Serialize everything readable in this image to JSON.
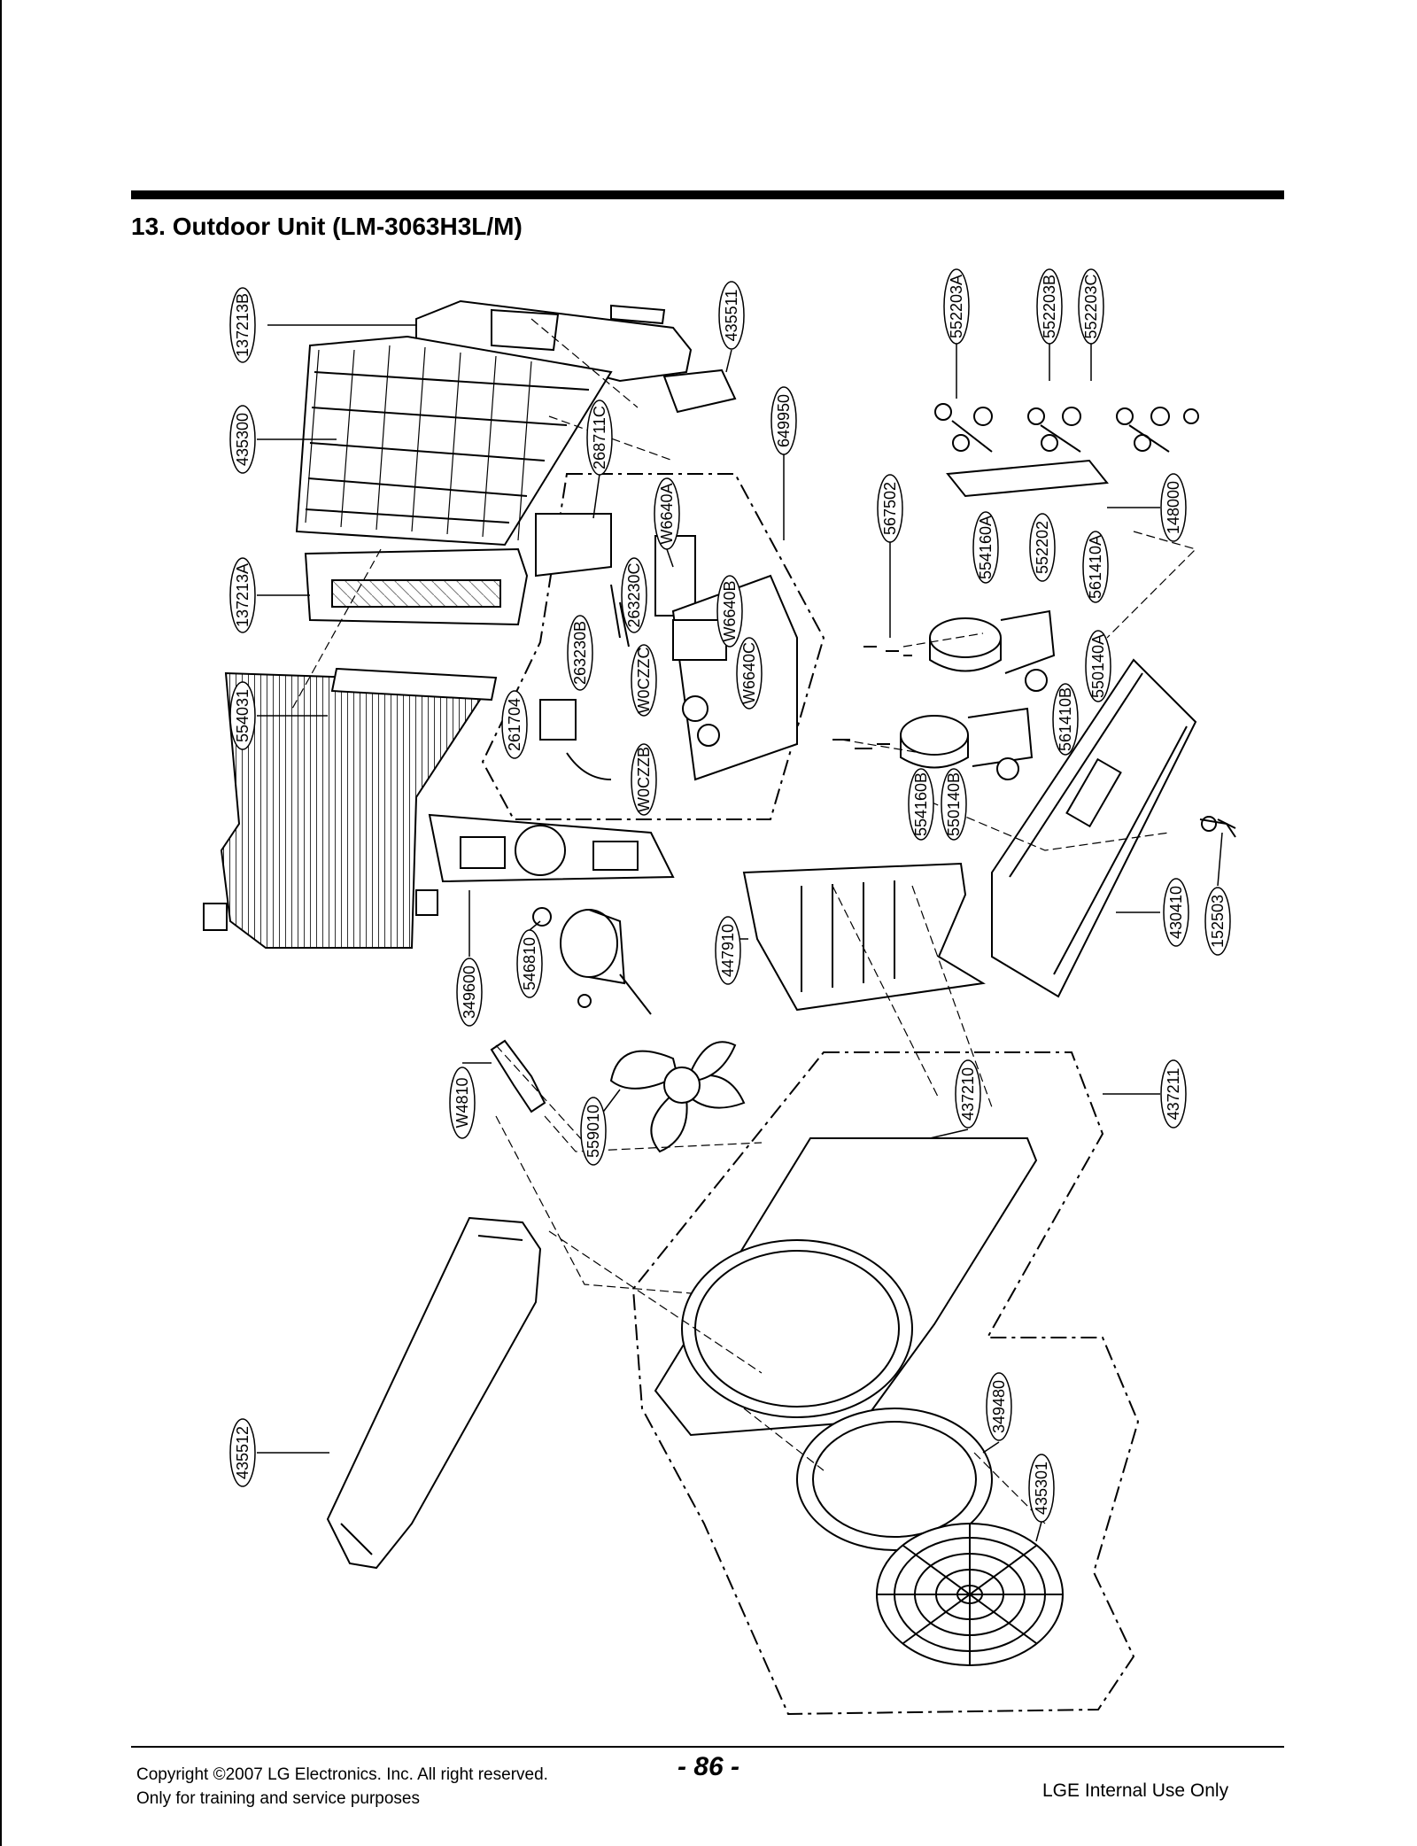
{
  "section_title": "13. Outdoor Unit (LM-3063H3L/M)",
  "part_numbers": {
    "p137213B": "137213B",
    "p435300": "435300",
    "p137213A": "137213A",
    "p554031": "554031",
    "p435511": "435511",
    "p268711C": "268711C",
    "p649950": "649950",
    "pW6640A": "W6640A",
    "p263230C": "263230C",
    "pW6640B": "W6640B",
    "p263230B": "263230B",
    "pW0CZZC": "W0CZZC",
    "pW6640C": "W6640C",
    "p261704": "261704",
    "pW0CZZB": "W0CZZB",
    "p552203A": "552203A",
    "p552203B": "552203B",
    "p552203C": "552203C",
    "p148000": "148000",
    "p567502": "567502",
    "p554160A": "554160A",
    "p552202": "552202",
    "p561410A": "561410A",
    "p550140A": "550140A",
    "p561410B": "561410B",
    "p554160B": "554160B",
    "p550140B": "550140B",
    "p349600": "349600",
    "p546810": "546810",
    "p447910": "447910",
    "p430410": "430410",
    "p152503": "152503",
    "pW4810": "W4810",
    "p559010": "559010",
    "p437210": "437210",
    "p437211": "437211",
    "p435512": "435512",
    "p349480": "349480",
    "p435301": "435301"
  },
  "footer": {
    "copyright_line1": "Copyright ©2007 LG Electronics. Inc. All right reserved.",
    "copyright_line2": "Only for training and service purposes",
    "page_number": "- 86 -",
    "internal_use": "LGE Internal Use Only"
  }
}
